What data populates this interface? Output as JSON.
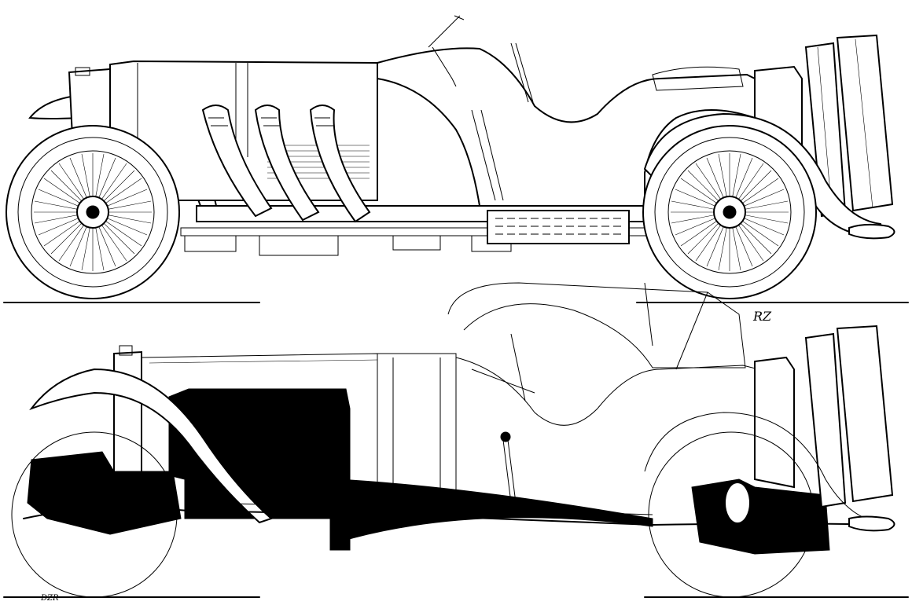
{
  "image": {
    "views": [
      "side-elevation-exterior",
      "side-elevation-cutaway-chassis"
    ],
    "colors": {
      "ink": "#000000",
      "paper": "#ffffff"
    },
    "signature_marks": [
      "RZ",
      "DZR"
    ]
  }
}
